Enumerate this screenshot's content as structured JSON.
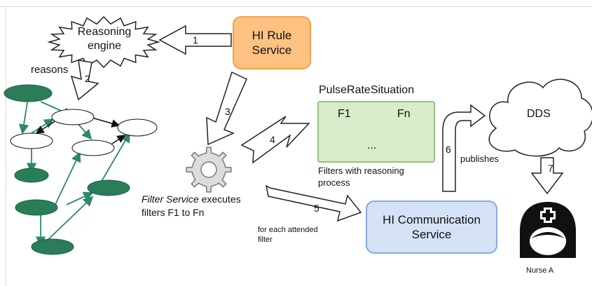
{
  "reasoning_engine": {
    "label": "Reasoning\nengine"
  },
  "rule_service": {
    "label": "HI Rule\nService"
  },
  "communication_service": {
    "label": "HI Communication\nService"
  },
  "dds": {
    "label": "DDS"
  },
  "situation": {
    "title": "PulseRateSituation",
    "filter_first": "F1",
    "filter_last": "Fn",
    "ellipsis": "...",
    "caption": "Filters with reasoning\nprocess"
  },
  "filter_service": {
    "name": "Filter Service",
    "rest": " executes",
    "line2": "filters F1 to Fn"
  },
  "edges": {
    "e1": "1",
    "e2": "2",
    "e3": "3",
    "e4": "4",
    "e5": "5",
    "e6": "6",
    "e7": "7",
    "reasons": "reasons",
    "publishes": "publishes",
    "for_each": "for each attended\nfilter"
  },
  "nurse": {
    "label": "Nurse A"
  },
  "colors": {
    "rule_fill": "#fdc182",
    "comm_fill": "#d5e2f6",
    "filter_fill": "#d7ecc9",
    "graph_node": "#2b7d5a",
    "graph_edge": "#2a8a6a"
  },
  "icons": [
    "gear-icon",
    "funnel-icon",
    "cloud-icon",
    "nurse-icon",
    "burst-shape"
  ]
}
